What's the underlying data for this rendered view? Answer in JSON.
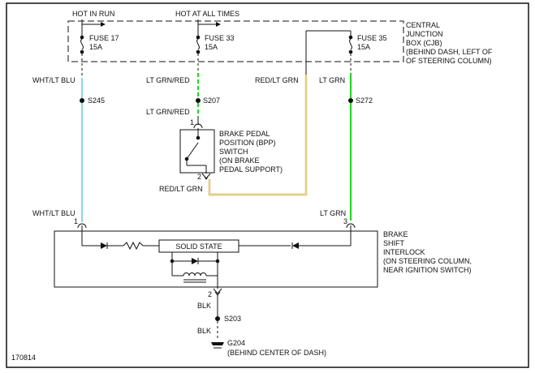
{
  "figure_id": "170814",
  "headers": {
    "hot_in_run": "HOT IN RUN",
    "hot_at_all_times": "HOT AT ALL TIMES"
  },
  "cjb": {
    "lines": [
      "CENTRAL",
      "JUNCTION",
      "BOX (CJB)",
      "(BEHIND DASH, LEFT OF",
      "OF STEERING COLUMN)"
    ]
  },
  "fuses": [
    {
      "name": "FUSE 17",
      "rating": "15A"
    },
    {
      "name": "FUSE 33",
      "rating": "15A"
    },
    {
      "name": "FUSE 35",
      "rating": "15A"
    }
  ],
  "wire_labels": {
    "wht_lt_blu_top": "WHT/LT BLU",
    "lt_grn_red_top": "LT GRN/RED",
    "red_lt_grn_top": "RED/LT GRN",
    "lt_grn_top": "LT GRN",
    "lt_grn_red_mid": "LT GRN/RED",
    "red_lt_grn_bpp": "RED/LT GRN",
    "wht_lt_blu_bottom": "WHT/LT BLU",
    "lt_grn_bottom": "LT GRN",
    "blk_1": "BLK",
    "blk_2": "BLK"
  },
  "splices": {
    "s245": "S245",
    "s207": "S207",
    "s272": "S272",
    "s203": "S203"
  },
  "pins": {
    "bpp_1": "1",
    "bpp_2": "2",
    "bsi_1": "1",
    "bsi_3": "3",
    "bsi_2": "2"
  },
  "bpp_switch": {
    "lines": [
      "BRAKE PEDAL",
      "POSITION (BPP)",
      "SWITCH",
      "(ON BRAKE",
      "PEDAL SUPPORT)"
    ]
  },
  "interlock": {
    "lines": [
      "BRAKE",
      "SHIFT",
      "INTERLOCK",
      "(ON STEERING COLUMN,",
      "NEAR IGNITION SWITCH)"
    ],
    "solid_state": "SOLID STATE"
  },
  "ground": {
    "name": "G204",
    "location": "(BEHIND CENTER OF DASH)"
  },
  "colors": {
    "wht_lt_blu": "#8fd8df",
    "lt_grn": "#22d822",
    "red_lt_grn_outer": "#b53a1a",
    "red_lt_grn_inner": "#e0d27a",
    "blk": "#111111"
  }
}
